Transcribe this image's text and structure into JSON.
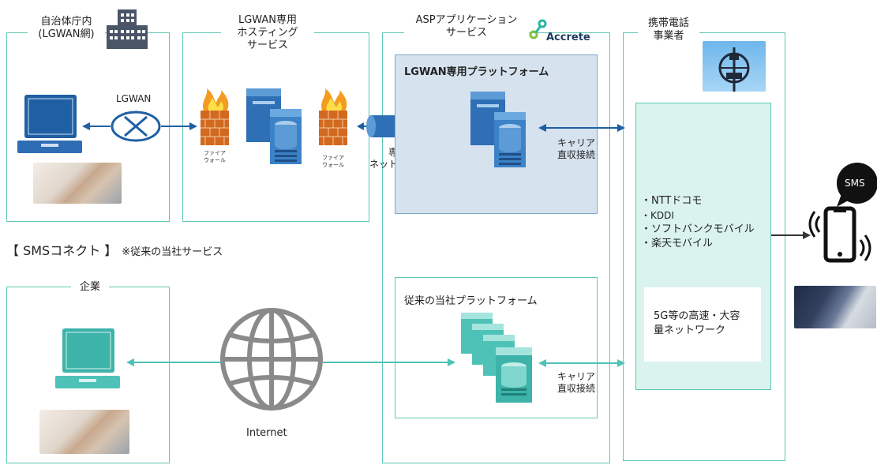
{
  "municipal": {
    "title_line1": "自治体庁内",
    "title_line2": "(LGWAN網)"
  },
  "hosting": {
    "title_line1": "LGWAN専用",
    "title_line2": "ホスティング",
    "title_line3": "サービス"
  },
  "asp": {
    "title_line1": "ASPアプリケーション",
    "title_line2": "サービス",
    "logo_text": "Accrete"
  },
  "carrier_col": {
    "title_line1": "携帯電話",
    "title_line2": "事業者"
  },
  "lgwan_label": "LGWAN",
  "firewall_label": "ファイア\nウォール",
  "dedicated_network": {
    "line1": "専用",
    "line2": "ネットワーク"
  },
  "lgwan_platform_title": "LGWAN専用プラットフォーム",
  "carrier_connection": {
    "line1": "キャリア",
    "line2": "直収接続"
  },
  "carriers": [
    "・NTTドコモ",
    "・KDDI",
    "・ソフトバンクモバイル",
    "・楽天モバイル"
  ],
  "network_note": {
    "line1": "5G等の高速・大容",
    "line2": "量ネットワーク"
  },
  "sms_bubble": "SMS",
  "sms_connect": {
    "label": "【 SMSコネクト 】",
    "note": "※従来の当社サービス"
  },
  "company_title": "企業",
  "internet_label": "Internet",
  "legacy_platform_title": "従来の当社プラットフォーム"
}
